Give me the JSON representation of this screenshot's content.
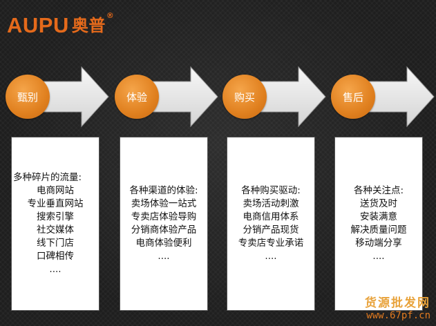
{
  "brand": {
    "name_en": "AUPU",
    "name_cn": "奥普",
    "reg": "®"
  },
  "steps": [
    {
      "label": "甄别",
      "title": "多种碎片的流量:",
      "items": [
        "电商网站",
        "专业垂直网站",
        "搜索引擎",
        "社交媒体",
        "线下门店",
        "口碑相传"
      ],
      "more": "....",
      "title_align": "left"
    },
    {
      "label": "体验",
      "title": "各种渠道的体验:",
      "items": [
        "卖场体验一站式",
        "专卖店体验导购",
        "分销商体验产品",
        "电商体验便利"
      ],
      "more": "....",
      "title_align": "center"
    },
    {
      "label": "购买",
      "title": "各种购买驱动:",
      "items": [
        "卖场活动刺激",
        "电商信用体系",
        "分销产品现货",
        "专卖店专业承诺"
      ],
      "more": "....",
      "title_align": "center"
    },
    {
      "label": "售后",
      "title": "各种关注点:",
      "items": [
        "送货及时",
        "安装满意",
        "解决质量问题",
        "移动端分享"
      ],
      "more": "....",
      "title_align": "center"
    }
  ],
  "watermark": {
    "line1": "货源批发网",
    "line2": "www.67pf.cn"
  },
  "colors": {
    "accent": "#e56a1b",
    "circle": "#e8862a",
    "arrow": "#ececec"
  }
}
